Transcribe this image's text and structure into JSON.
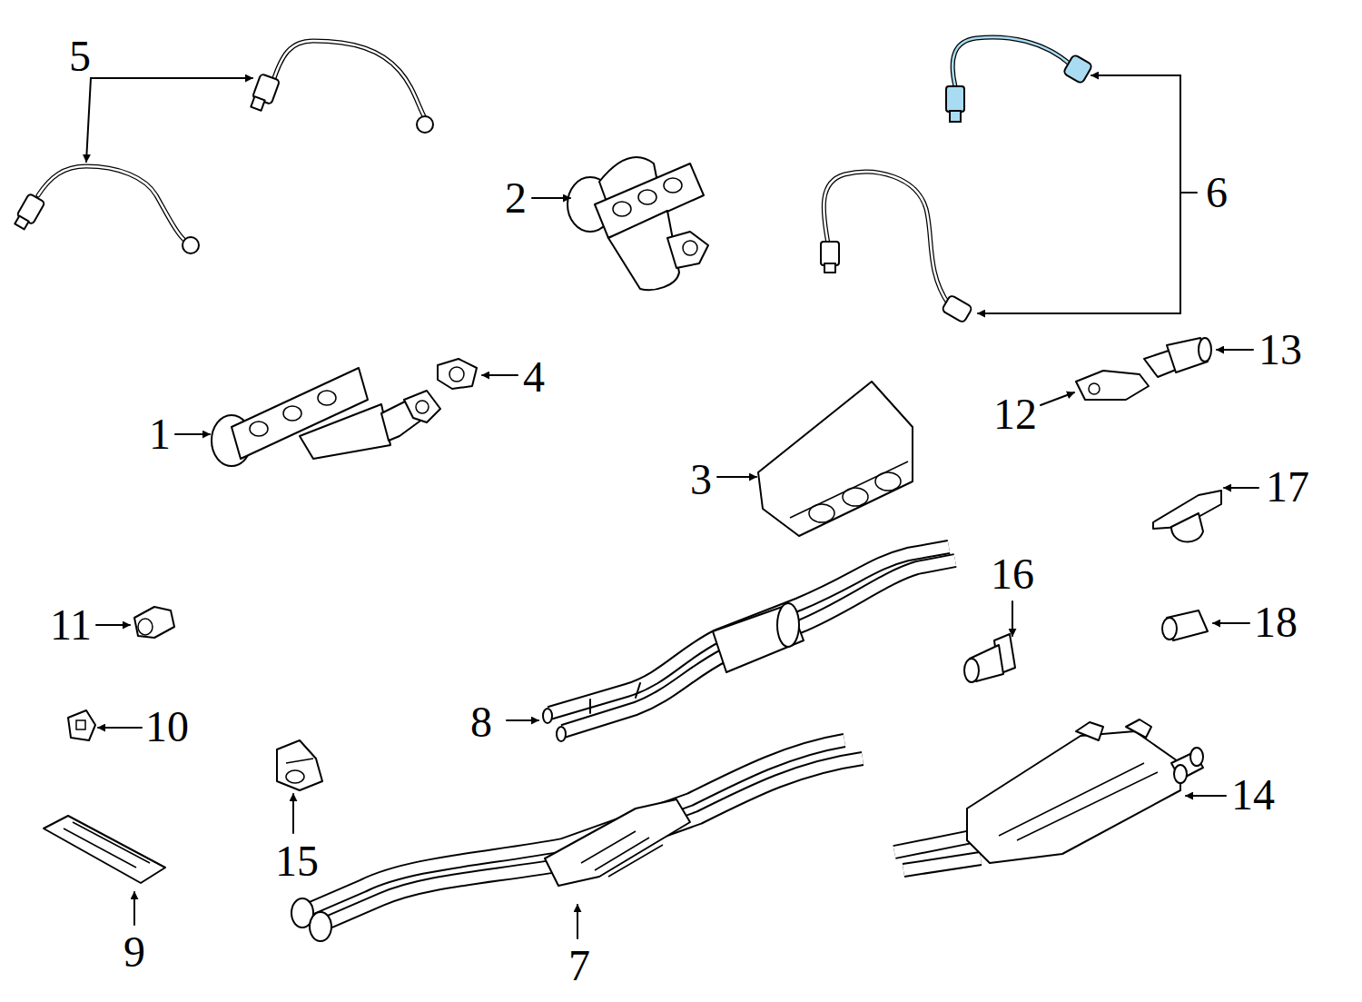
{
  "diagram": {
    "labels": [
      "5",
      "6",
      "2",
      "4",
      "1",
      "13",
      "12",
      "3",
      "17",
      "16",
      "11",
      "18",
      "8",
      "10",
      "14",
      "15",
      "9",
      "7"
    ]
  }
}
